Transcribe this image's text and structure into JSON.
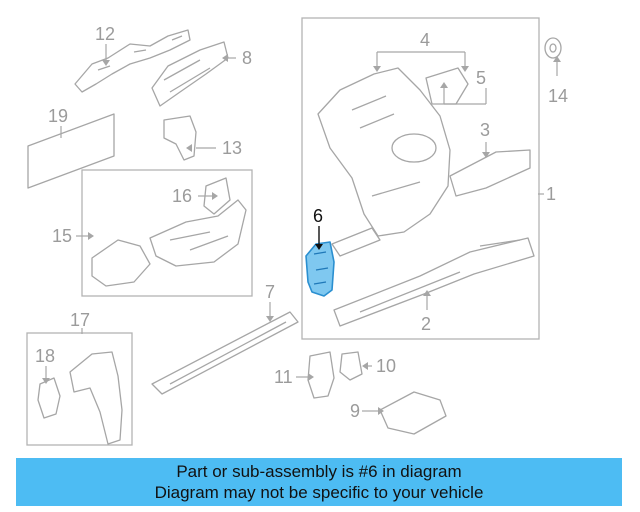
{
  "callouts": {
    "c1": "1",
    "c2": "2",
    "c3": "3",
    "c4": "4",
    "c5": "5",
    "c6": "6",
    "c7": "7",
    "c8": "8",
    "c9": "9",
    "c10": "10",
    "c11": "11",
    "c12": "12",
    "c13": "13",
    "c14": "14",
    "c15": "15",
    "c16": "16",
    "c17": "17",
    "c18": "18",
    "c19": "19"
  },
  "highlight": {
    "part_number": "6",
    "color": "#4aaee8"
  },
  "banner": {
    "line1": "Part or sub-assembly is #6 in diagram",
    "line2": "Diagram may not be specific to your vehicle",
    "background": "#4dbcf3"
  }
}
